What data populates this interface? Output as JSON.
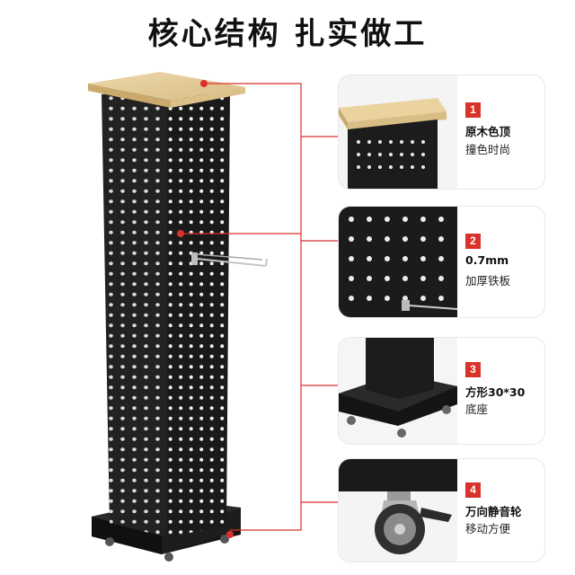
{
  "title": "核心结构 扎实做工",
  "features": [
    {
      "number": "1",
      "title": "原木色顶",
      "subtitle": "撞色时尚"
    },
    {
      "number": "2",
      "title": "0.7mm",
      "subtitle": "加厚铁板"
    },
    {
      "number": "3",
      "title": "方形30*30",
      "subtitle": "底座"
    },
    {
      "number": "4",
      "title": "万向静音轮",
      "subtitle": "移动方便"
    }
  ],
  "colors": {
    "accent": "#d9322b",
    "panel": "#1b1b1b",
    "wood": "#e6cf9f"
  }
}
